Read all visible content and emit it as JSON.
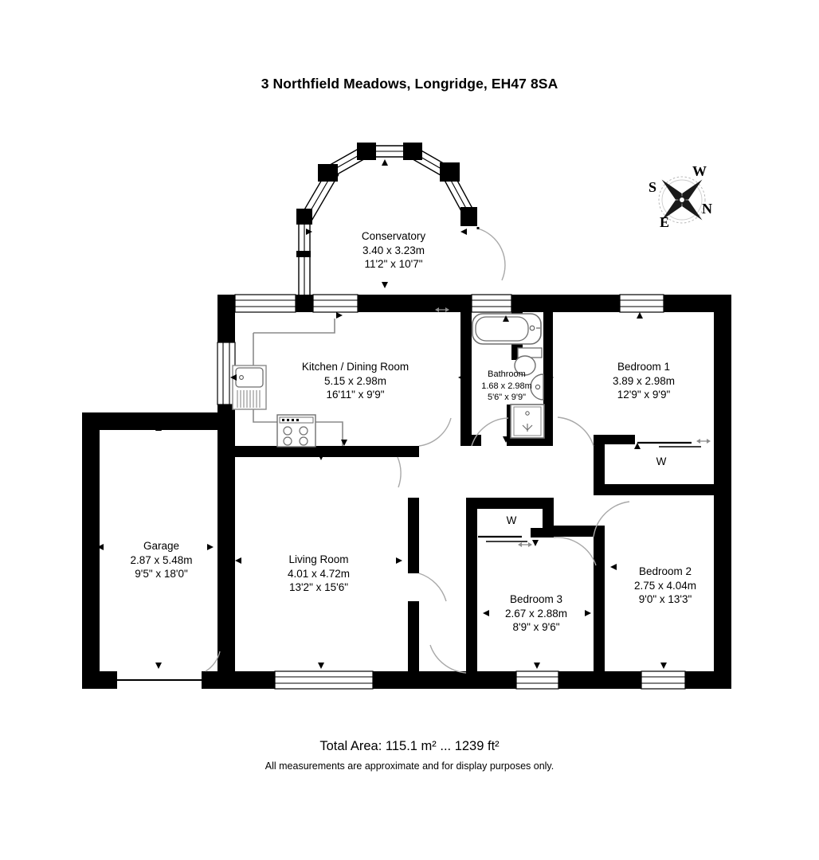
{
  "document": {
    "title": "3 Northfield Meadows, Longridge, EH47 8SA",
    "total_area": "Total Area: 115.1 m² ... 1239 ft²",
    "disclaimer": "All measurements are approximate and for display purposes only."
  },
  "compass": {
    "name": "compass-rose",
    "labels": {
      "top_right": "W",
      "top_left": "S",
      "bottom_right": "N",
      "bottom_left": "E"
    }
  },
  "rooms": [
    {
      "id": "conservatory",
      "name": "Conservatory",
      "metric": "3.40 x 3.23m",
      "imperial": "11'2\" x 10'7\""
    },
    {
      "id": "kitchen-dining-room",
      "name": "Kitchen / Dining Room",
      "metric": "5.15 x 2.98m",
      "imperial": "16'11\" x 9'9\""
    },
    {
      "id": "bathroom",
      "name": "Bathroom",
      "metric": "1.68 x 2.98m",
      "imperial": "5'6\" x 9'9\""
    },
    {
      "id": "bedroom-1",
      "name": "Bedroom 1",
      "metric": "3.89 x 2.98m",
      "imperial": "12'9\" x 9'9\""
    },
    {
      "id": "bedroom-2",
      "name": "Bedroom 2",
      "metric": "2.75 x 4.04m",
      "imperial": "9'0\" x 13'3\""
    },
    {
      "id": "bedroom-3",
      "name": "Bedroom 3",
      "metric": "2.67 x 2.88m",
      "imperial": "8'9\" x 9'6\""
    },
    {
      "id": "living-room",
      "name": "Living Room",
      "metric": "4.01 x 4.72m",
      "imperial": "13'2\" x 15'6\""
    },
    {
      "id": "garage",
      "name": "Garage",
      "metric": "2.87 x 5.48m",
      "imperial": "9'5\" x 18'0\""
    }
  ],
  "wardrobes": [
    {
      "id": "wardrobe-bedroom-1",
      "label": "W"
    },
    {
      "id": "wardrobe-bedroom-3",
      "label": "W"
    }
  ],
  "colors": {
    "wall": "#000000",
    "background": "#ffffff",
    "fixture_outline": "#808080",
    "door_swing": "#9a9a9a",
    "text": "#000000"
  }
}
